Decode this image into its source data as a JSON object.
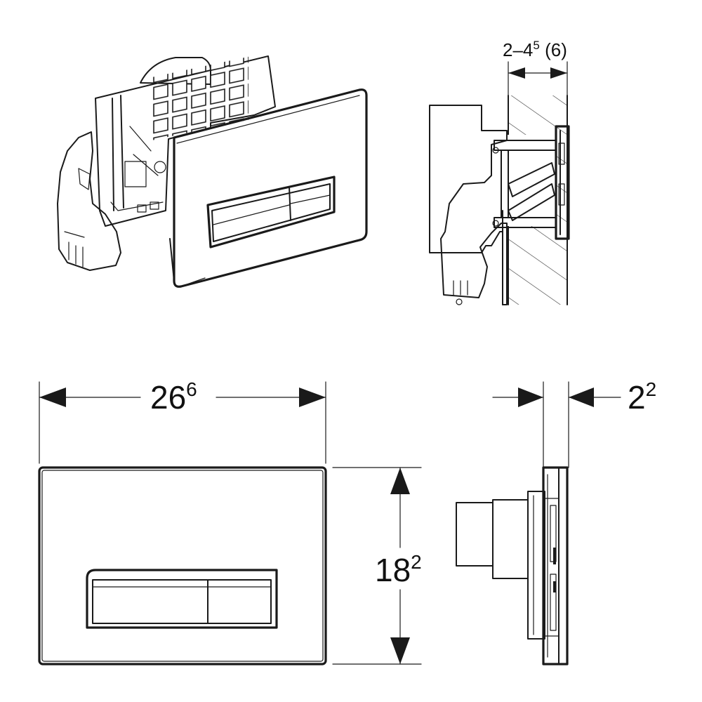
{
  "dimensions": {
    "width_main": "26",
    "width_sup": "6",
    "height_main": "18",
    "height_sup": "2",
    "depth_main": "2",
    "depth_sup": "2",
    "wall_main": "2–4",
    "wall_sup": "5",
    "wall_suffix": " (6)"
  },
  "colors": {
    "line": "#1a1a1a",
    "background": "#ffffff"
  }
}
